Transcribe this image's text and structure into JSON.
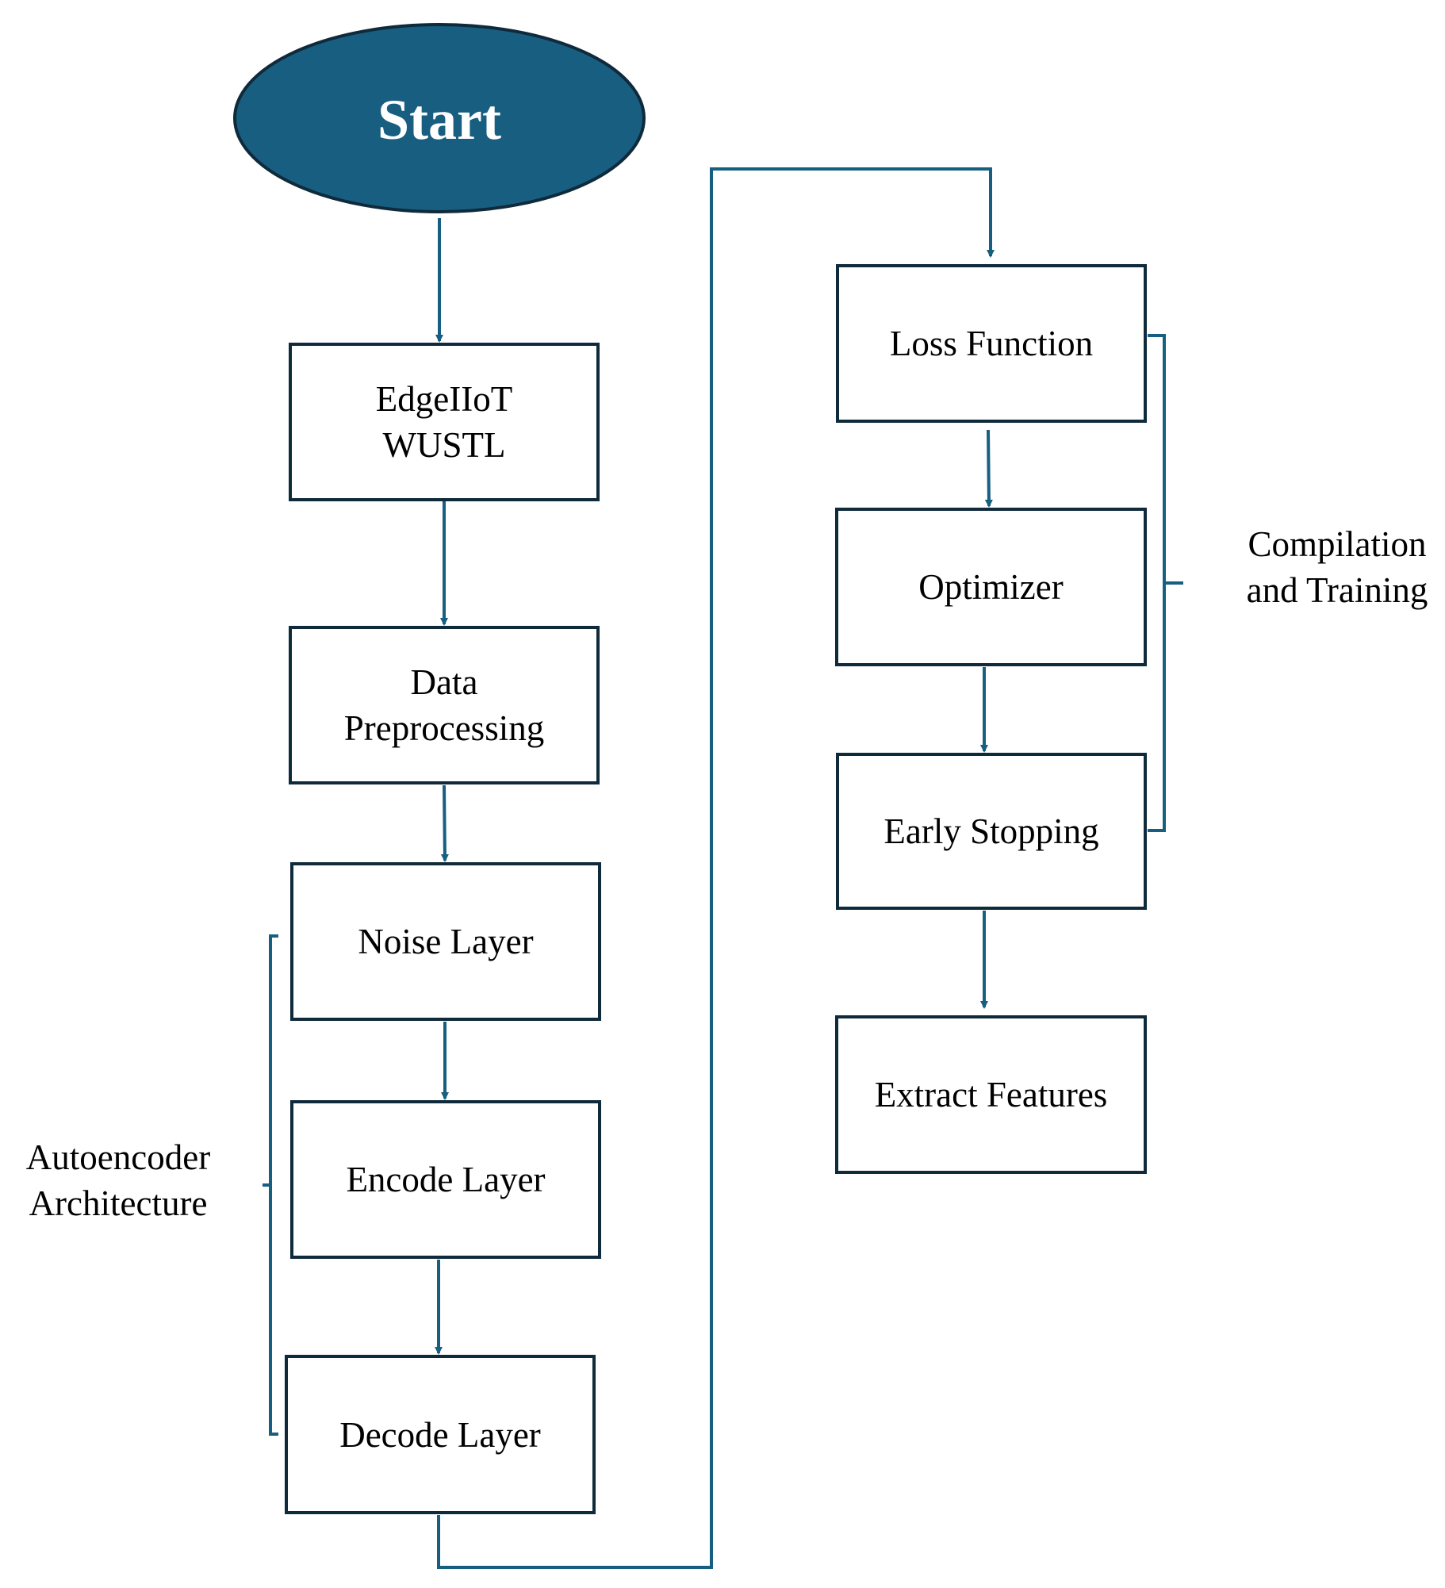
{
  "colors": {
    "accent": "#165f80",
    "box_border": "#0f2a3b",
    "start_fill": "#175e80"
  },
  "start": {
    "label": "Start"
  },
  "nodes": {
    "dataset": {
      "label": "EdgeIIoT\nWUSTL"
    },
    "preprocessing": {
      "label": "Data\nPreprocessing"
    },
    "noise": {
      "label": "Noise Layer"
    },
    "encode": {
      "label": "Encode Layer"
    },
    "decode": {
      "label": "Decode Layer"
    },
    "loss": {
      "label": "Loss Function"
    },
    "optimizer": {
      "label": "Optimizer"
    },
    "early_stopping": {
      "label": "Early Stopping"
    },
    "extract": {
      "label": "Extract Features"
    }
  },
  "groups": {
    "autoencoder": {
      "label": "Autoencoder\nArchitecture"
    },
    "compilation": {
      "label": "Compilation\nand Training"
    }
  },
  "edges": [
    {
      "from": "Start",
      "to": "EdgeIIoT WUSTL"
    },
    {
      "from": "EdgeIIoT WUSTL",
      "to": "Data Preprocessing"
    },
    {
      "from": "Data Preprocessing",
      "to": "Noise Layer"
    },
    {
      "from": "Noise Layer",
      "to": "Encode Layer"
    },
    {
      "from": "Encode Layer",
      "to": "Decode Layer"
    },
    {
      "from": "Decode Layer",
      "to": "Loss Function"
    },
    {
      "from": "Loss Function",
      "to": "Optimizer"
    },
    {
      "from": "Optimizer",
      "to": "Early Stopping"
    },
    {
      "from": "Early Stopping",
      "to": "Extract Features"
    }
  ]
}
